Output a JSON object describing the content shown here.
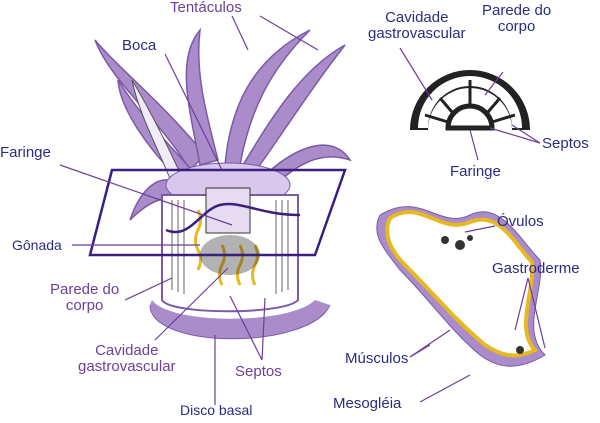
{
  "title": "Anêmona-do-mar",
  "labels": {
    "tentaculos": "Tentáculos",
    "boca": "Boca",
    "cavidade_top_1": "Cavidade",
    "cavidade_top_2": "gastrovascular",
    "parede_top_1": "Parede do",
    "parede_top_2": "corpo",
    "septos_top": "Septos",
    "faringe_top": "Faringe",
    "faringe_left": "Faringe",
    "gonada": "Gônada",
    "parede_left_1": "Parede do",
    "parede_left_2": "corpo",
    "cavidade_bottom_1": "Cavidade",
    "cavidade_bottom_2": "gastrovascular",
    "septos_bottom": "Septos",
    "disco_basal": "Disco basal",
    "ovulos": "Óvulos",
    "gastroderme": "Gastroderme",
    "musculos": "Músculos",
    "mesogleia": "Mesogléia"
  },
  "colors": {
    "body": "#a98cc9",
    "body_dark": "#7b5aa6",
    "body_light": "#d9c8ec",
    "gonad": "#e8b820",
    "line_navy": "#2b2b80",
    "line_purple": "#6b3f9c"
  }
}
